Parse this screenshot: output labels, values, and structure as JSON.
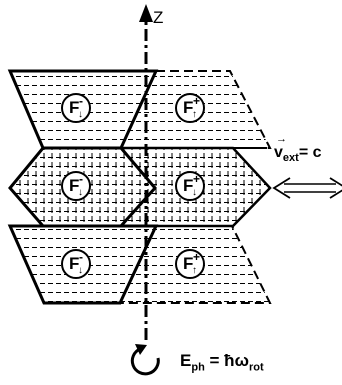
{
  "diagram": {
    "axis_label": "Z",
    "velocity": {
      "vector_arrow": "→",
      "symbol": "v",
      "subscript": "ext",
      "rhs": "= c"
    },
    "equation": {
      "lhs": "E",
      "lhs_sub": "ph",
      "rhs": "= ħω",
      "rhs_sub": "rot"
    },
    "nodes": [
      {
        "letter": "F",
        "sign": "-",
        "arrow": "↓"
      },
      {
        "letter": "F",
        "sign": "+",
        "arrow": "↑"
      },
      {
        "letter": "F",
        "sign": "-",
        "arrow": "↓"
      },
      {
        "letter": "F",
        "sign": "+",
        "arrow": "↓"
      },
      {
        "letter": "F",
        "sign": "-",
        "arrow": "↓"
      },
      {
        "letter": "F",
        "sign": "+",
        "arrow": "↑"
      }
    ],
    "colors": {
      "ink": "#000000",
      "background": "#ffffff"
    }
  }
}
